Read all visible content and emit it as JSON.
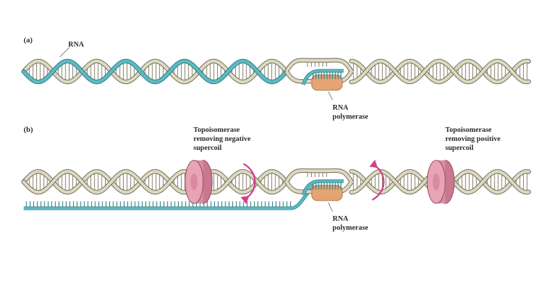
{
  "panel_a": {
    "label": "(a)",
    "rna_label": "RNA",
    "polymerase_label": [
      "RNA",
      "polymerase"
    ]
  },
  "panel_b": {
    "label": "(b)",
    "topo_negative_label": [
      "Topoisomerase",
      "removing negative",
      "supercoil"
    ],
    "topo_positive_label": [
      "Topoisomerase",
      "removing positive",
      "supercoil"
    ],
    "polymerase_label": [
      "RNA",
      "polymerase"
    ]
  },
  "colors": {
    "dna_strand": "#dcd9c2",
    "dna_outline": "#6f6a55",
    "rna_strand": "#5fb9c2",
    "rna_outline": "#2c7d86",
    "polymerase": "#e4a474",
    "topoisomerase": "#e8a3b5",
    "arrow": "#d63c8e"
  }
}
